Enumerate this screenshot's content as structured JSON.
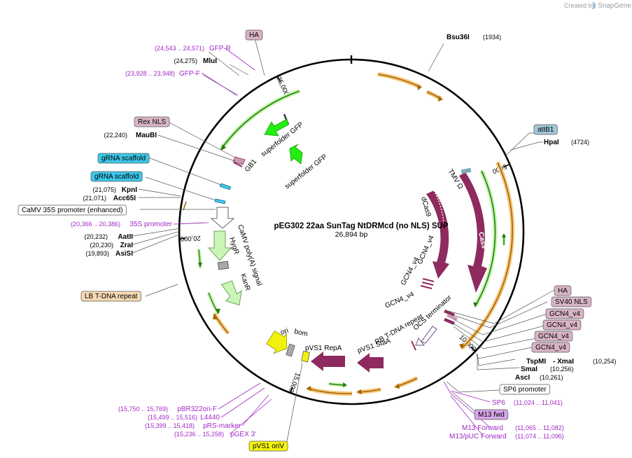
{
  "brand": {
    "prefix": "Created by",
    "name": "SnapGene"
  },
  "plasmid": {
    "name": "pEG302 22aa SunTag NtDRMcd (no NLS) SUP",
    "size": "26,894 bp",
    "length": 26894
  },
  "ticks": [
    {
      "pos": 5000,
      "label": "5000"
    },
    {
      "pos": 10000,
      "label": "10,000"
    },
    {
      "pos": 15000,
      "label": "15,000"
    },
    {
      "pos": 20000,
      "label": "20,000"
    },
    {
      "pos": 25000,
      "label": "25,000"
    }
  ],
  "enzymes": [
    {
      "id": "bsu36i",
      "name": "Bsu36I",
      "pos": "(1934)"
    },
    {
      "id": "hpai",
      "name": "HpaI",
      "pos": "(4724)"
    },
    {
      "id": "tspmi",
      "name": "TspMI",
      "pos": ""
    },
    {
      "id": "xmai",
      "name": "- XmaI",
      "pos": "(10,254)"
    },
    {
      "id": "smai",
      "name": "SmaI",
      "pos": "(10,256)"
    },
    {
      "id": "asci",
      "name": "AscI",
      "pos": "(10,261)"
    },
    {
      "id": "mlui",
      "name": "MluI",
      "pos": "(24,275)"
    },
    {
      "id": "maubi",
      "name": "MauBI",
      "pos": "(22,240)"
    },
    {
      "id": "kpni",
      "name": "KpnI",
      "pos": "(21,075)"
    },
    {
      "id": "acc65i",
      "name": "Acc65I",
      "pos": "(21,071)"
    },
    {
      "id": "aatii",
      "name": "AatII",
      "pos": "(20,232)"
    },
    {
      "id": "zrai",
      "name": "ZraI",
      "pos": "(20,230)"
    },
    {
      "id": "asisi",
      "name": "AsiSI",
      "pos": "(19,893)"
    }
  ],
  "primers": [
    {
      "id": "gfpr",
      "name": "GFP-R",
      "pos": "(24,543 .. 24,571)"
    },
    {
      "id": "gfpf",
      "name": "GFP-F",
      "pos": "(23,928 .. 23,948)"
    },
    {
      "id": "p35s",
      "name": "35S promoter",
      "pos": "(20,366 .. 20,386)"
    },
    {
      "id": "sp6",
      "name": "SP6",
      "pos": "(11,024 .. 11,041)"
    },
    {
      "id": "m13f",
      "name": "M13 Forward",
      "pos": "(11,065 .. 11,082)"
    },
    {
      "id": "m13puc",
      "name": "M13/pUC Forward",
      "pos": "(11,074 .. 11,096)"
    },
    {
      "id": "pbr",
      "name": "pBR322ori-F",
      "pos": "(15,750 .. 15,769)"
    },
    {
      "id": "l4440",
      "name": "L4440",
      "pos": "(15,499 .. 15,516)"
    },
    {
      "id": "prs",
      "name": "pRS-marker",
      "pos": "(15,399 .. 15,418)"
    },
    {
      "id": "pgex",
      "name": "pGEX 3'",
      "pos": "(15,236 .. 15,258)"
    }
  ],
  "boxed_labels": [
    {
      "id": "ha1",
      "text": "HA",
      "fill": "#d9b4c6"
    },
    {
      "id": "rexnls",
      "text": "Rex NLS",
      "fill": "#d9b4c6"
    },
    {
      "id": "grna1",
      "text": "gRNA scaffold",
      "fill": "#3cc6e8"
    },
    {
      "id": "grna2",
      "text": "gRNA scaffold",
      "fill": "#3cc6e8"
    },
    {
      "id": "camv35s",
      "text": "CaMV 35S promoter (enhanced)",
      "fill": "#ffffff"
    },
    {
      "id": "lbt",
      "text": "LB T-DNA repeat",
      "fill": "#f7d9b3"
    },
    {
      "id": "attb1",
      "text": "attB1",
      "fill": "#9fc7d6"
    },
    {
      "id": "ha2",
      "text": "HA",
      "fill": "#d9b4c6"
    },
    {
      "id": "sv40",
      "text": "SV40 NLS",
      "fill": "#d9b4c6"
    },
    {
      "id": "gcn1",
      "text": "GCN4_v4",
      "fill": "#d9b4c6"
    },
    {
      "id": "gcn2",
      "text": "GCN4_v4",
      "fill": "#d9b4c6"
    },
    {
      "id": "gcn3",
      "text": "GCN4_v4",
      "fill": "#d9b4c6"
    },
    {
      "id": "gcn4",
      "text": "GCN4_v4",
      "fill": "#d9b4c6"
    },
    {
      "id": "sp6prom",
      "text": "SP6 promoter",
      "fill": "#ffffff"
    },
    {
      "id": "m13fwd",
      "text": "M13 fwd",
      "fill": "#d7a6ea"
    },
    {
      "id": "pvs1oriv",
      "text": "pVS1 oriV",
      "fill": "#f4f411"
    }
  ],
  "features": {
    "sfgfp1": "superfolder GFP",
    "sfgfp2": "superfolder GFP",
    "gb1": "GB1",
    "camvpolya": "CaMV poly(A) signal",
    "hygr": "HygR",
    "kanr": "KanR",
    "tmv": "TMV Ω",
    "dcas9": "dCas9",
    "cas9": "Cas9",
    "gcn4a": "GCN4_v4",
    "gcn4b": "GCN4_v4",
    "gcn4c": "GCN4_v4",
    "ocs": "OCS terminator",
    "rbt": "RB T-DNA repeat",
    "staa": "pVS1 StaA",
    "repa": "pVS1 RepA",
    "ori": "ori",
    "bom": "bom"
  },
  "colors": {
    "backbone": "#000000",
    "gfp": "#22ee11",
    "cas9": "#8e2a5e",
    "orange_feature": "#f4a030",
    "green_feature": "#36b336",
    "grna": "#3cc6e8",
    "primer": "#a128c6"
  }
}
